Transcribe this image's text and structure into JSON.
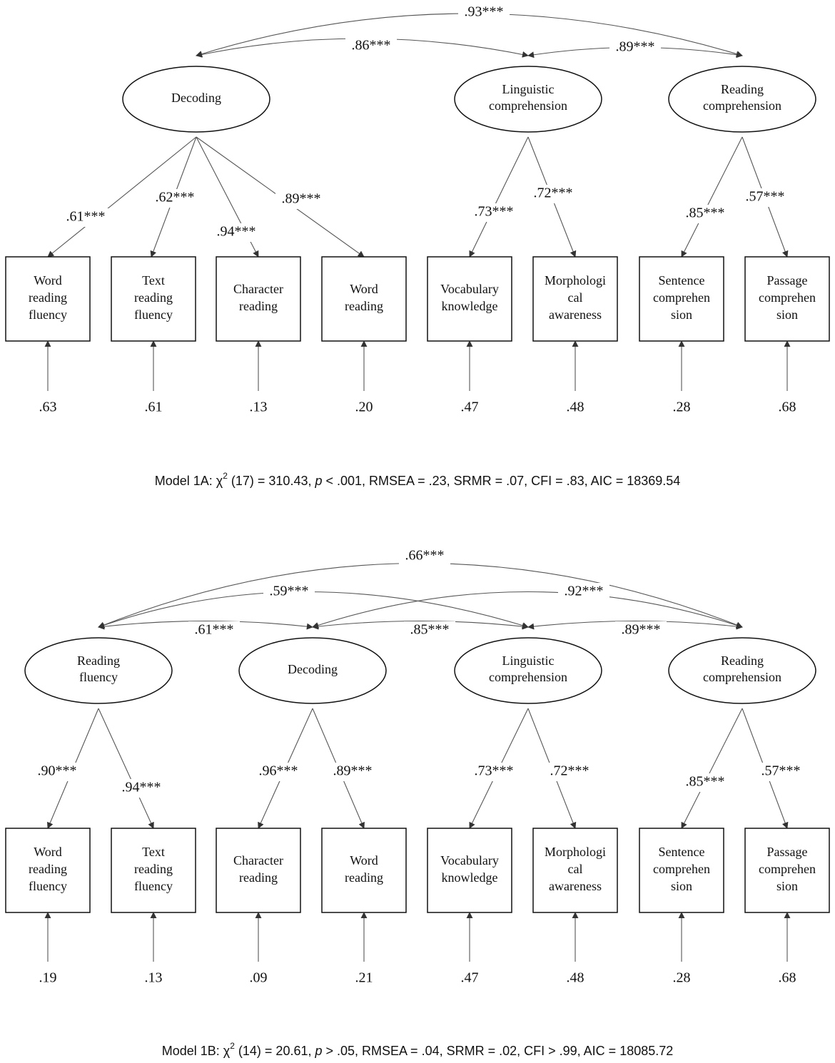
{
  "models": [
    {
      "id": "1A",
      "latents": [
        {
          "id": "dec",
          "lines": [
            "Decoding"
          ]
        },
        {
          "id": "ling",
          "lines": [
            "Linguistic",
            "comprehension"
          ]
        },
        {
          "id": "rc",
          "lines": [
            "Reading",
            "comprehension"
          ]
        }
      ],
      "indicators": [
        {
          "id": "wrf",
          "lines": [
            "Word",
            "reading",
            "fluency"
          ],
          "error": ".63"
        },
        {
          "id": "trf",
          "lines": [
            "Text",
            "reading",
            "fluency"
          ],
          "error": ".61"
        },
        {
          "id": "cr",
          "lines": [
            "Character",
            "reading"
          ],
          "error": ".13"
        },
        {
          "id": "wr",
          "lines": [
            "Word",
            "reading"
          ],
          "error": ".20"
        },
        {
          "id": "vk",
          "lines": [
            "Vocabulary",
            "knowledge"
          ],
          "error": ".47"
        },
        {
          "id": "ma",
          "lines": [
            "Morphologi",
            "cal",
            "awareness"
          ],
          "error": ".48"
        },
        {
          "id": "sc",
          "lines": [
            "Sentence",
            "comprehen",
            "sion"
          ],
          "error": ".28"
        },
        {
          "id": "pc",
          "lines": [
            "Passage",
            "comprehen",
            "sion"
          ],
          "error": ".68"
        }
      ],
      "loadings": [
        {
          "from": "dec",
          "to": "wrf",
          "label": ".61***"
        },
        {
          "from": "dec",
          "to": "trf",
          "label": ".62***"
        },
        {
          "from": "dec",
          "to": "cr",
          "label": ".94***"
        },
        {
          "from": "dec",
          "to": "wr",
          "label": ".89***"
        },
        {
          "from": "ling",
          "to": "vk",
          "label": ".73***"
        },
        {
          "from": "ling",
          "to": "ma",
          "label": ".72***"
        },
        {
          "from": "rc",
          "to": "sc",
          "label": ".85***"
        },
        {
          "from": "rc",
          "to": "pc",
          "label": ".57***"
        }
      ],
      "correlations": [
        {
          "a": "dec",
          "b": "rc",
          "label": ".93***"
        },
        {
          "a": "dec",
          "b": "ling",
          "label": ".86***"
        },
        {
          "a": "ling",
          "b": "rc",
          "label": ".89***"
        }
      ],
      "fit": {
        "prefix": "Model 1A: χ",
        "sup": "2",
        "df": " (17) = 310.43, ",
        "p": "p",
        "rest": " < .001, RMSEA = .23, SRMR = .07, CFI = .83, AIC = 18369.54"
      }
    },
    {
      "id": "1B",
      "latents": [
        {
          "id": "rf",
          "lines": [
            "Reading",
            "fluency"
          ]
        },
        {
          "id": "dec",
          "lines": [
            "Decoding"
          ]
        },
        {
          "id": "ling",
          "lines": [
            "Linguistic",
            "comprehension"
          ]
        },
        {
          "id": "rc",
          "lines": [
            "Reading",
            "comprehension"
          ]
        }
      ],
      "indicators": [
        {
          "id": "wrf",
          "lines": [
            "Word",
            "reading",
            "fluency"
          ],
          "error": ".19"
        },
        {
          "id": "trf",
          "lines": [
            "Text",
            "reading",
            "fluency"
          ],
          "error": ".13"
        },
        {
          "id": "cr",
          "lines": [
            "Character",
            "reading"
          ],
          "error": ".09"
        },
        {
          "id": "wr",
          "lines": [
            "Word",
            "reading"
          ],
          "error": ".21"
        },
        {
          "id": "vk",
          "lines": [
            "Vocabulary",
            "knowledge"
          ],
          "error": ".47"
        },
        {
          "id": "ma",
          "lines": [
            "Morphologi",
            "cal",
            "awareness"
          ],
          "error": ".48"
        },
        {
          "id": "sc",
          "lines": [
            "Sentence",
            "comprehen",
            "sion"
          ],
          "error": ".28"
        },
        {
          "id": "pc",
          "lines": [
            "Passage",
            "comprehen",
            "sion"
          ],
          "error": ".68"
        }
      ],
      "loadings": [
        {
          "from": "rf",
          "to": "wrf",
          "label": ".90***"
        },
        {
          "from": "rf",
          "to": "trf",
          "label": ".94***"
        },
        {
          "from": "dec",
          "to": "cr",
          "label": ".96***"
        },
        {
          "from": "dec",
          "to": "wr",
          "label": ".89***"
        },
        {
          "from": "ling",
          "to": "vk",
          "label": ".73***"
        },
        {
          "from": "ling",
          "to": "ma",
          "label": ".72***"
        },
        {
          "from": "rc",
          "to": "sc",
          "label": ".85***"
        },
        {
          "from": "rc",
          "to": "pc",
          "label": ".57***"
        }
      ],
      "correlations": [
        {
          "a": "rf",
          "b": "rc",
          "label": ".66***"
        },
        {
          "a": "rf",
          "b": "ling",
          "label": ".59***"
        },
        {
          "a": "dec",
          "b": "rc",
          "label": ".92***"
        },
        {
          "a": "rf",
          "b": "dec",
          "label": ".61***"
        },
        {
          "a": "dec",
          "b": "ling",
          "label": ".85***"
        },
        {
          "a": "ling",
          "b": "rc",
          "label": ".89***"
        }
      ],
      "fit": {
        "prefix": "Model 1B: χ",
        "sup": "2",
        "df": " (14) = 20.61, ",
        "p": "p",
        "rest": " > .05, RMSEA = .04, SRMR = .02, CFI > .99, AIC = 18085.72"
      }
    }
  ]
}
